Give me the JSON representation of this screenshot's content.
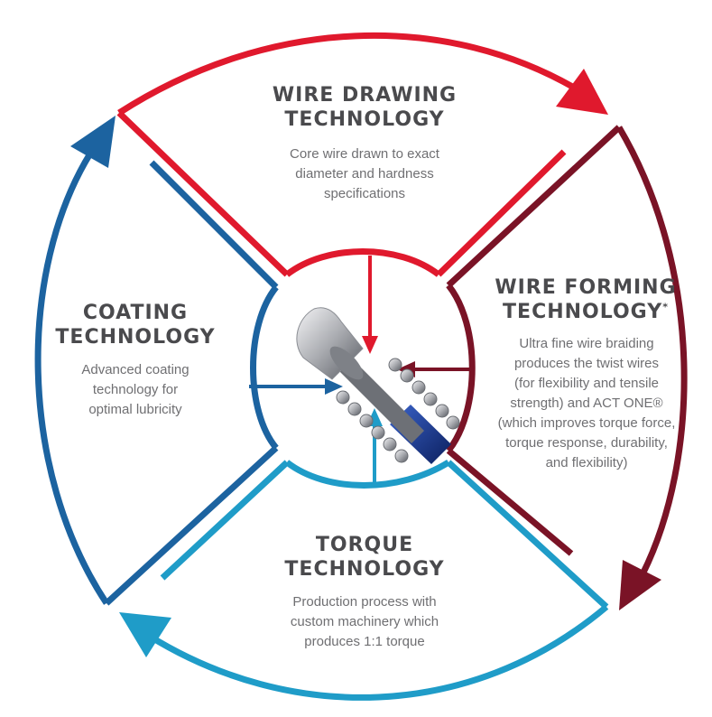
{
  "colors": {
    "red": "#e0192d",
    "dark_red": "#7a1326",
    "blue": "#1c63a0",
    "light_blue": "#1f9cc8",
    "heading": "#4a4a4d",
    "body": "#6f6f72"
  },
  "sections": {
    "wire_drawing": {
      "title_line1": "WIRE DRAWING",
      "title_line2": "TECHNOLOGY",
      "body_lines": [
        "Core wire drawn to exact",
        "diameter and hardness",
        "specifications"
      ]
    },
    "wire_forming": {
      "title_line1": "WIRE FORMING",
      "title_line2": "TECHNOLOGY",
      "title_mark": "*",
      "body_lines": [
        "Ultra fine wire braiding",
        "produces the twist wires",
        "(for flexibility and tensile",
        "strength) and ACT ONE®",
        "(which improves torque force,",
        "torque response, durability,",
        "and flexibility)"
      ]
    },
    "coating": {
      "title_line1": "COATING",
      "title_line2": "TECHNOLOGY",
      "body_lines": [
        "Advanced coating",
        "technology for",
        "optimal lubricity"
      ]
    },
    "torque": {
      "title_line1": "TORQUE",
      "title_line2": "TECHNOLOGY",
      "body_lines": [
        "Production process with",
        "custom machinery which",
        "produces 1:1 torque"
      ]
    }
  },
  "center_image": "guidewire-tip-illustration"
}
